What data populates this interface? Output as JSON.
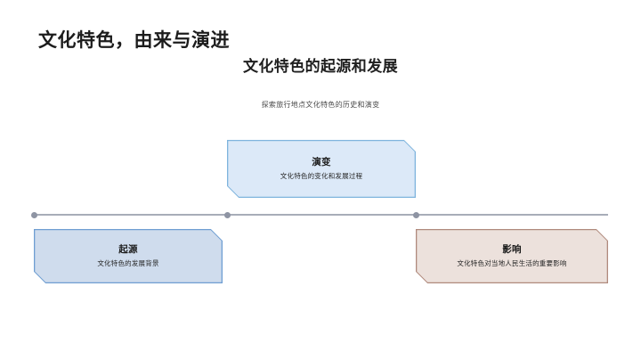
{
  "slide": {
    "main_title": "文化特色，由来与演进",
    "section_title": "文化特色的起源和发展",
    "section_subtitle": "探索旅行地点文化特色的历史和演变"
  },
  "timeline": {
    "axis_color": "#a8adb8",
    "dot_color": "#8e94a3",
    "dots": [
      {
        "name": "origin-marker"
      },
      {
        "name": "evolution-marker"
      },
      {
        "name": "impact-marker"
      }
    ],
    "milestones": [
      {
        "id": "origin",
        "title": "起源",
        "description": "文化特色的发展背景",
        "position": "below",
        "fill_color": "#cfdced",
        "border_color": "#6f9ed2"
      },
      {
        "id": "evolution",
        "title": "演变",
        "description": "文化特色的变化和发展过程",
        "position": "above",
        "fill_color": "#dce9f8",
        "border_color": "#7fb4dd"
      },
      {
        "id": "impact",
        "title": "影响",
        "description": "文化特色对当地人民生活的重要影响",
        "position": "below",
        "fill_color": "#ece1dc",
        "border_color": "#b08a7d"
      }
    ]
  }
}
